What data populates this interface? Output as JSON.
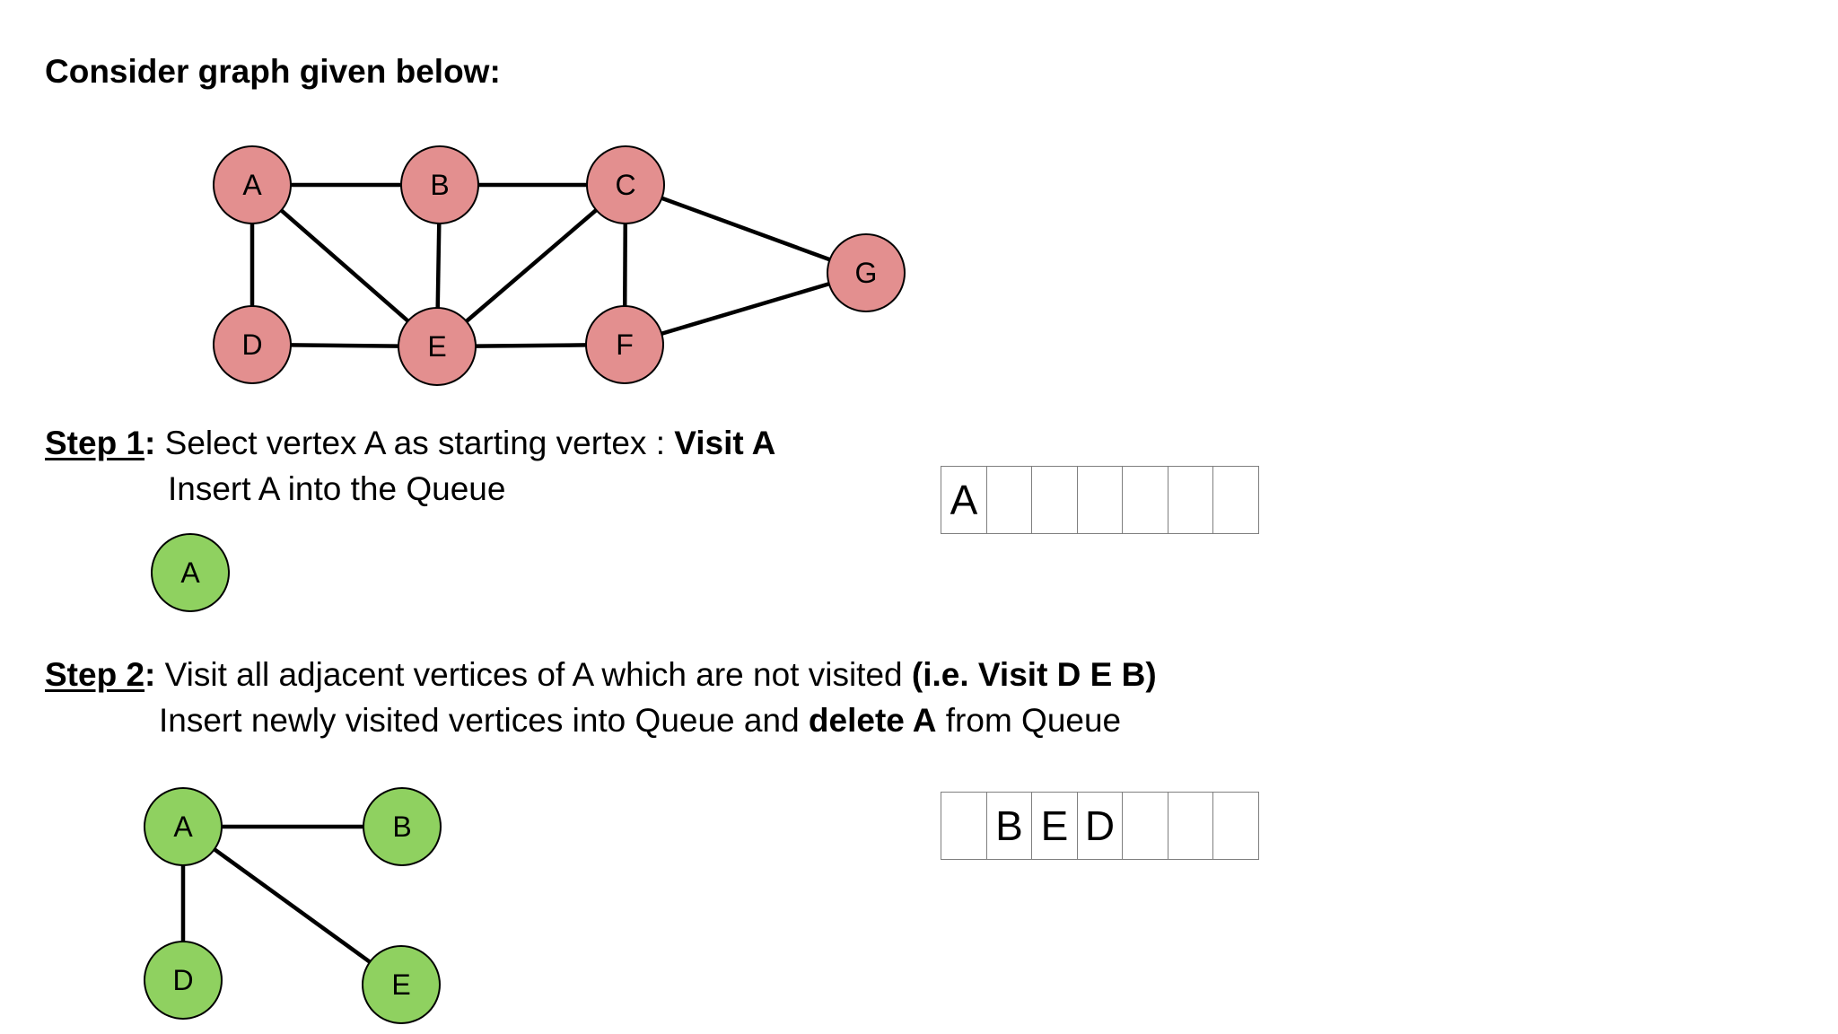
{
  "heading": "Consider graph given below:",
  "colors": {
    "unvisited_fill": "#e38f8f",
    "visited_fill": "#8fd160",
    "edge": "#000000",
    "queue_border": "#7f7f7f"
  },
  "main_graph": {
    "nodes": [
      "A",
      "B",
      "C",
      "D",
      "E",
      "F",
      "G"
    ],
    "edges": [
      [
        "A",
        "B"
      ],
      [
        "B",
        "C"
      ],
      [
        "A",
        "D"
      ],
      [
        "A",
        "E"
      ],
      [
        "B",
        "E"
      ],
      [
        "C",
        "E"
      ],
      [
        "C",
        "F"
      ],
      [
        "D",
        "E"
      ],
      [
        "E",
        "F"
      ],
      [
        "C",
        "G"
      ],
      [
        "F",
        "G"
      ]
    ]
  },
  "step1": {
    "label": "Step 1",
    "colon": ":",
    "text": " Select vertex A as starting vertex : ",
    "bold": "Visit A",
    "line2": "Insert A into the Queue",
    "graph": {
      "nodes": [
        "A"
      ],
      "edges": []
    },
    "queue": [
      "A",
      "",
      "",
      "",
      "",
      "",
      ""
    ]
  },
  "step2": {
    "label": "Step 2",
    "colon": ":",
    "text": " Visit all adjacent vertices of A which are not visited ",
    "bold": "(i.e. Visit D   E   B)",
    "line2_pre": "Insert newly visited vertices into  Queue and ",
    "line2_bold": "delete A",
    "line2_post": " from Queue",
    "graph": {
      "nodes": [
        "A",
        "B",
        "D",
        "E"
      ],
      "edges": [
        [
          "A",
          "B"
        ],
        [
          "A",
          "D"
        ],
        [
          "A",
          "E"
        ]
      ]
    },
    "queue": [
      "",
      "B",
      "E",
      "D",
      "",
      "",
      ""
    ]
  }
}
